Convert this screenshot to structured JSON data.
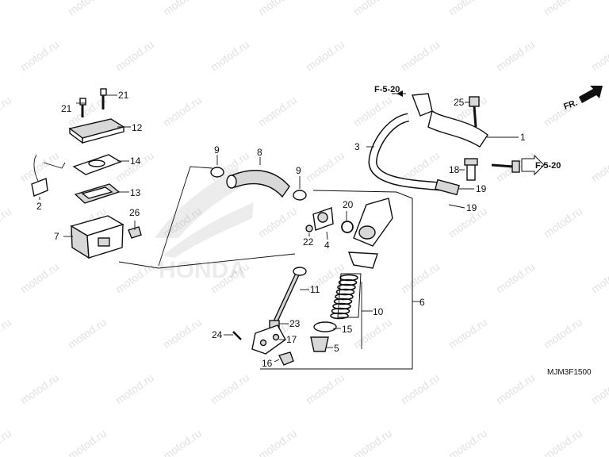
{
  "watermark": "motod.ru",
  "logo_text": "HONDA",
  "drawing_code": "MJM3F1500",
  "direction_label": "FR.",
  "reference_top": "F-5-20",
  "reference_right": "F-5-20",
  "callouts": [
    "1",
    "2",
    "3",
    "4",
    "5",
    "6",
    "7",
    "8",
    "9",
    "9",
    "10",
    "11",
    "12",
    "13",
    "14",
    "15",
    "16",
    "17",
    "18",
    "19",
    "19",
    "20",
    "21",
    "21",
    "22",
    "23",
    "24",
    "25",
    "26"
  ]
}
